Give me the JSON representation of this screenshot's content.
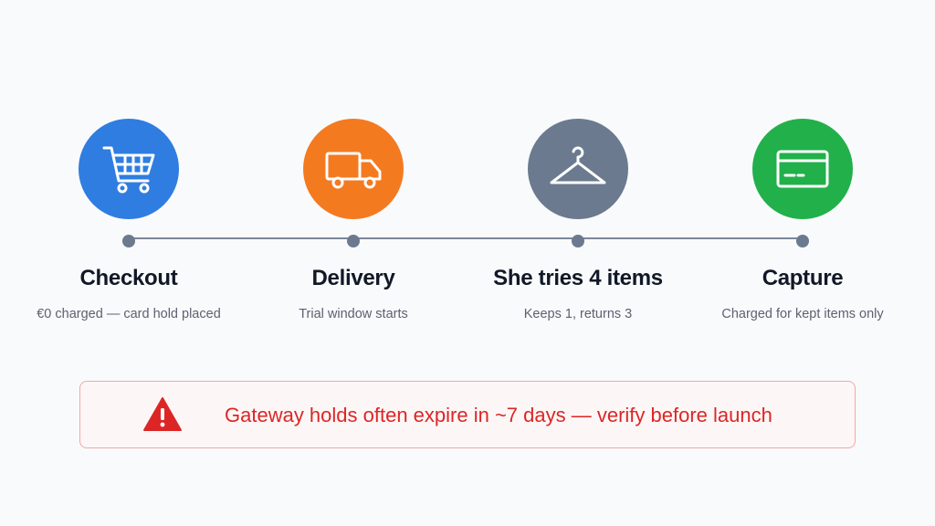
{
  "steps": [
    {
      "title": "Checkout",
      "description": "€0 charged — card hold placed",
      "icon": "shopping-cart-icon",
      "color": "#2f7de1"
    },
    {
      "title": "Delivery",
      "description": "Trial window starts",
      "icon": "delivery-truck-icon",
      "color": "#f47a20"
    },
    {
      "title": "She tries 4 items",
      "description": "Keeps 1, returns 3",
      "icon": "hanger-icon",
      "color": "#6b7a8f"
    },
    {
      "title": "Capture",
      "description": "Charged for kept items only",
      "icon": "credit-card-icon",
      "color": "#22b04b"
    }
  ],
  "alert": {
    "text": "Gateway holds often expire in ~7 days — verify before launch",
    "icon": "warning-icon",
    "color": "#dc2626"
  }
}
